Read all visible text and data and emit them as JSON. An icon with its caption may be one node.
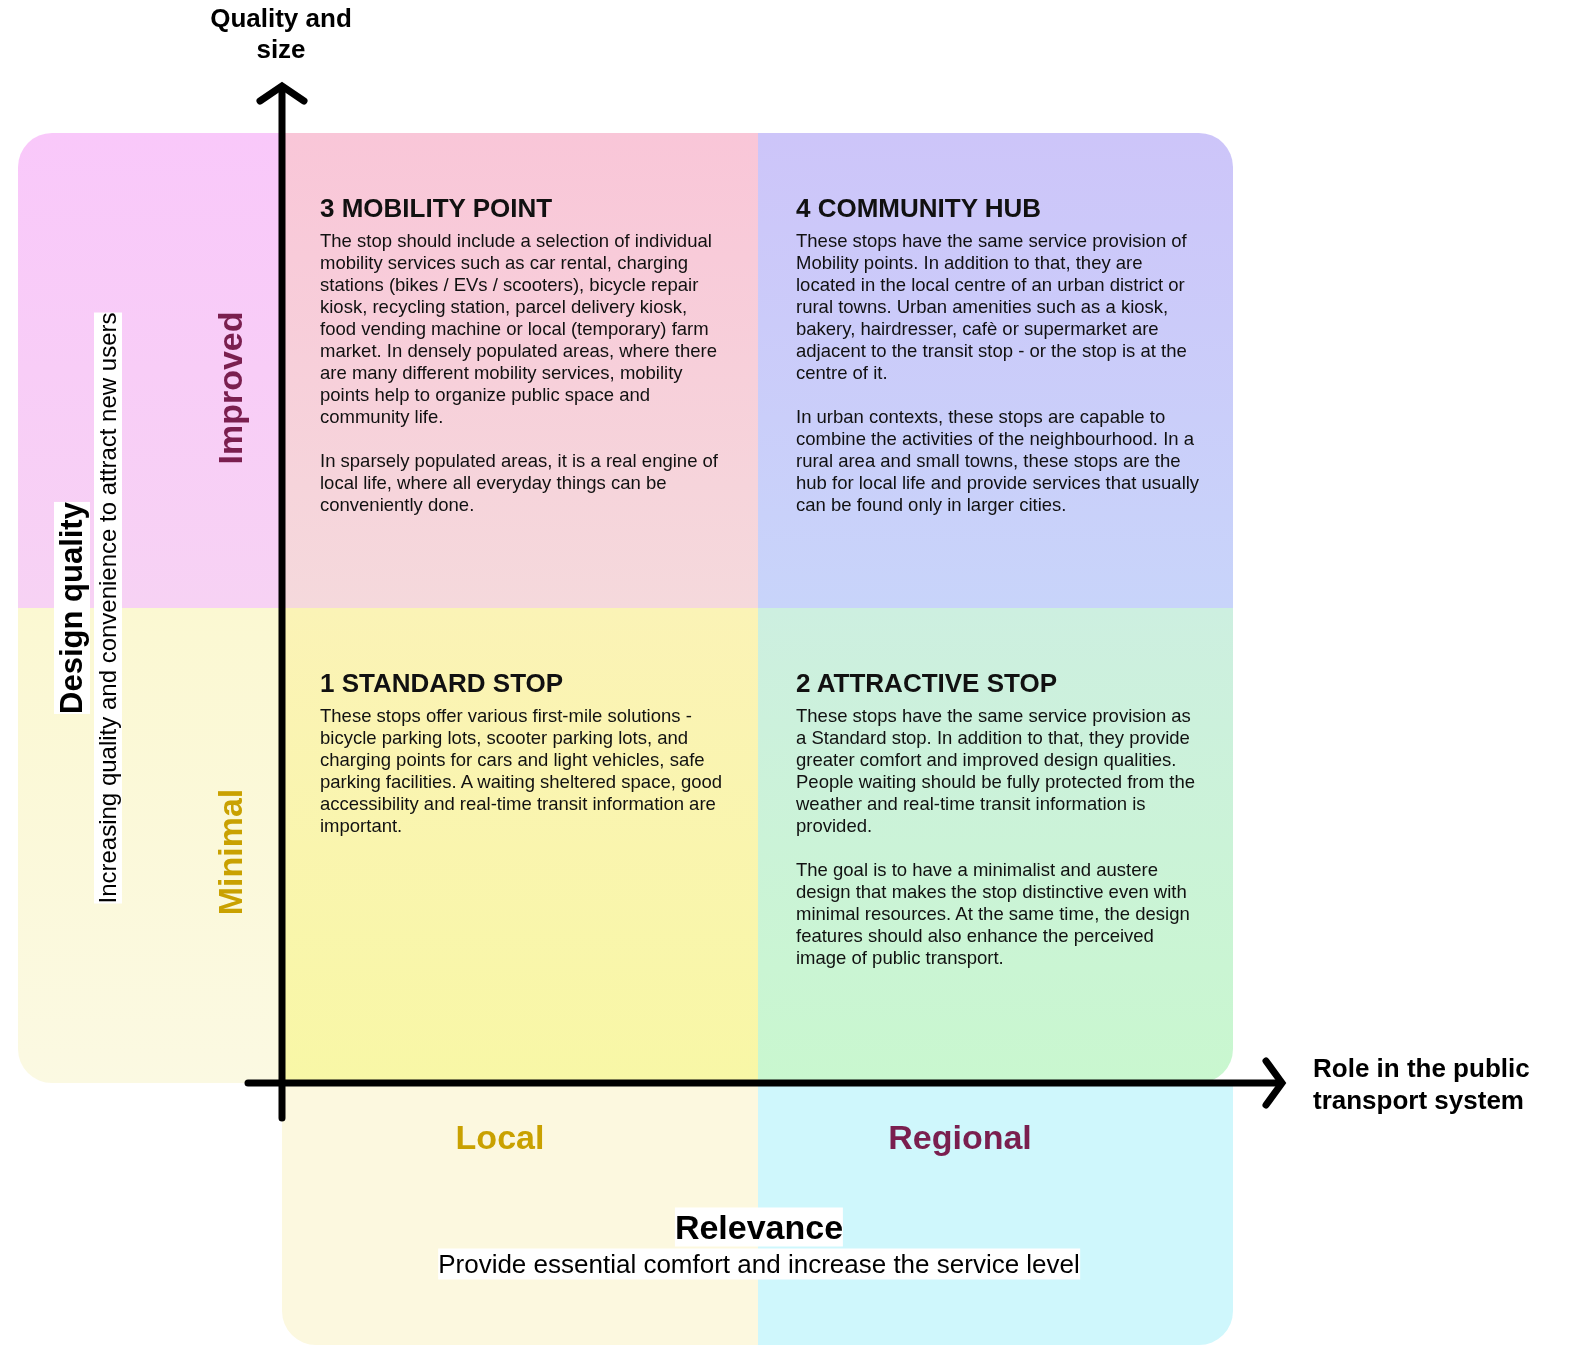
{
  "diagram": {
    "nodes": [
      {
        "text": [
          "3 MOBILITY POINT",
          "The stop should include a selection of individual mobility services such as car rental, charging stations (bikes / EVs / scooters), bicycle repair kiosk, recycling station, parcel delivery kiosk, food vending machine or local (temporary) farm market. In densely populated areas, where there are many different mobility services, mobility points help to organize public space and community life.",
          "In sparsely populated areas, it is a real engine of local life, where all everyday things can be conveniently done."
        ]
      },
      {
        "text": [
          "4 COMMUNITY HUB",
          "These stops have the same service provision of Mobility points. In addition to that, they are located in the local centre of an urban district or rural towns. Urban amenities such as a kiosk, bakery, hairdresser, cafè or supermarket are adjacent to the transit stop - or the stop is at the centre of it.",
          "In urban contexts, these stops are capable to combine the activities of the neighbourhood. In a rural area and small towns, these stops are the hub for local life and provide services that usually can be found only in larger cities."
        ]
      },
      {
        "text": [
          "1 STANDARD STOP",
          "These stops offer various first-mile solutions - bicycle parking lots, scooter parking lots, and charging points for cars and light vehicles, safe parking facilities. A waiting sheltered space, good accessibility and real-time transit information are important."
        ]
      },
      {
        "text": [
          "2 ATTRACTIVE STOP",
          "These stops have the same service provision as a Standard stop. In addition to that, they provide greater comfort and improved design qualities. People waiting should be fully protected from the weather and real-time transit information is provided.",
          "The goal is to have a minimalist and austere design that makes the stop distinctive even with minimal resources. At the same time, the design features should also enhance the perceived image of public transport."
        ]
      }
    ],
    "labels": [
      "Quality and size",
      "Design quality",
      "Increasing quality and convenience to attract new users",
      "Improved",
      "Minimal",
      "Role in the public transport system",
      "Local",
      "Regional",
      "Relevance",
      "Provide essential comfort and increase the service level"
    ]
  }
}
